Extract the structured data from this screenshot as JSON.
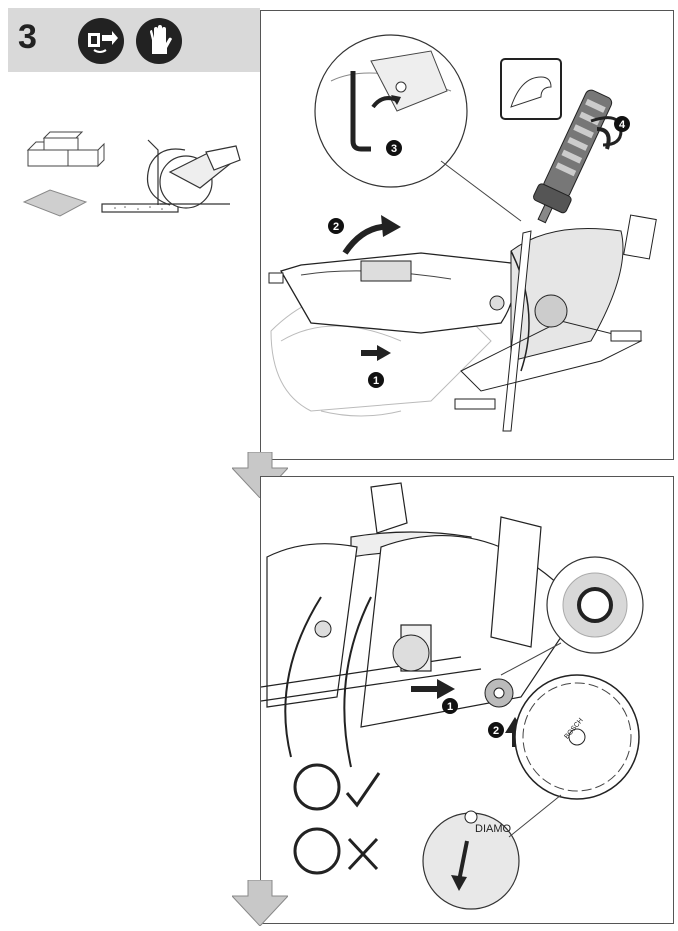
{
  "step": {
    "number": "3"
  },
  "header_icons": [
    "unplug-icon",
    "gloves-icon"
  ],
  "panel1": {
    "callouts": [
      "1",
      "2",
      "3",
      "4"
    ]
  },
  "panel2": {
    "callouts": [
      "1",
      "2"
    ],
    "blade_brand": "BOSCH",
    "blade_label": "DIAMO"
  },
  "colors": {
    "header_bg": "#d9d9d9",
    "line": "#222222",
    "arrow": "#c8c8c8"
  }
}
